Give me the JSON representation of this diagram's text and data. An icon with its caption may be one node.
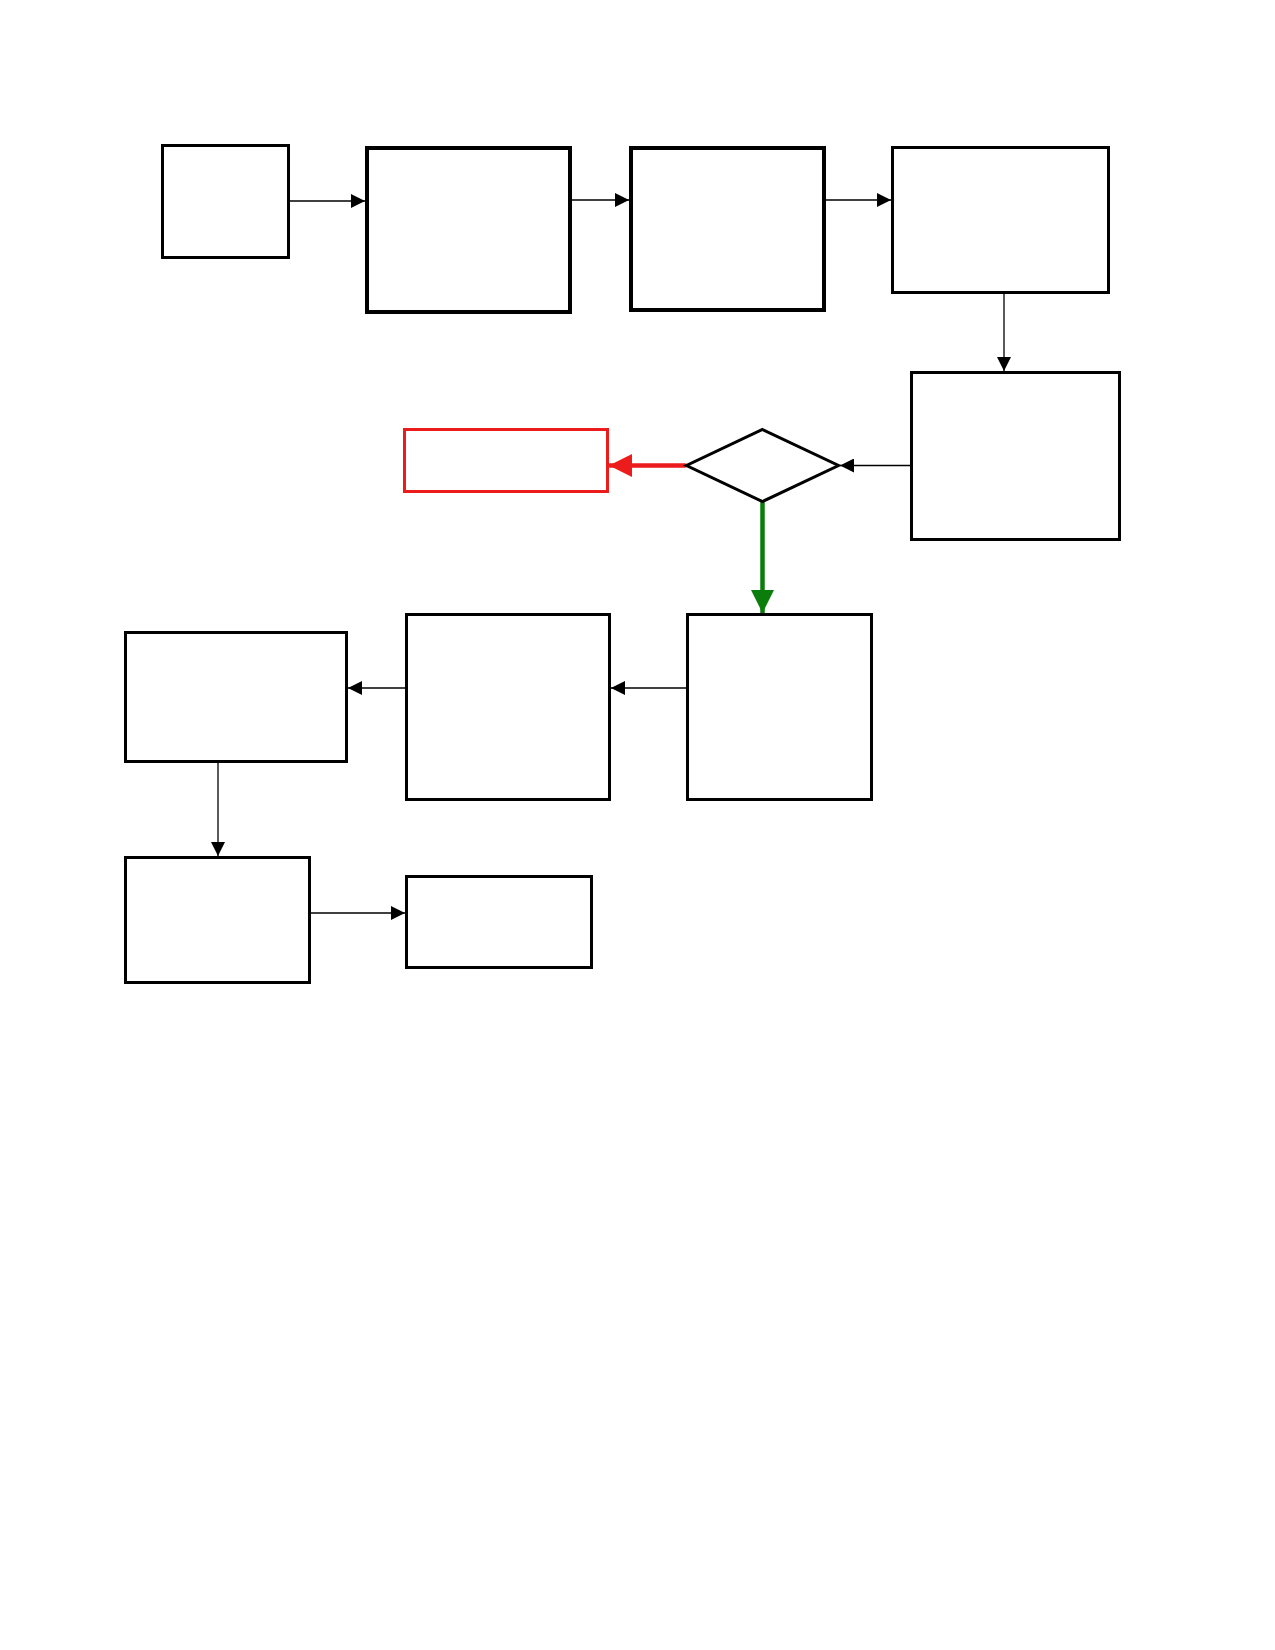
{
  "diagram": {
    "nodes": [
      {
        "text": [],
        "shape": "box"
      },
      {
        "text": [],
        "shape": "box"
      },
      {
        "text": [],
        "shape": "box"
      },
      {
        "text": [],
        "shape": "box"
      },
      {
        "text": [],
        "shape": "box"
      },
      {
        "text": [],
        "shape": "diamond"
      },
      {
        "text": [],
        "shape": "box"
      },
      {
        "text": [],
        "shape": "box"
      },
      {
        "text": [],
        "shape": "box"
      },
      {
        "text": [],
        "shape": "box"
      },
      {
        "text": [],
        "shape": "box"
      },
      {
        "text": [],
        "shape": "box"
      }
    ],
    "edges": [
      {
        "from": 0,
        "to": 1,
        "arrow": "to"
      },
      {
        "from": 1,
        "to": 2,
        "arrow": "to"
      },
      {
        "from": 2,
        "to": 3,
        "arrow": "to"
      },
      {
        "from": 3,
        "to": 6,
        "arrow": "to"
      },
      {
        "from": 6,
        "to": 5,
        "arrow": "to"
      },
      {
        "from": 5,
        "to": 4,
        "arrow": "to",
        "style": "thick",
        "color": "#ec1c1c"
      },
      {
        "from": 5,
        "to": 9,
        "arrow": "to",
        "style": "thick",
        "color": "#0b7d0b"
      },
      {
        "from": 9,
        "to": 8,
        "arrow": "to"
      },
      {
        "from": 8,
        "to": 7,
        "arrow": "to"
      },
      {
        "from": 7,
        "to": 10,
        "arrow": "to"
      },
      {
        "from": 10,
        "to": 11,
        "arrow": "to"
      }
    ]
  }
}
